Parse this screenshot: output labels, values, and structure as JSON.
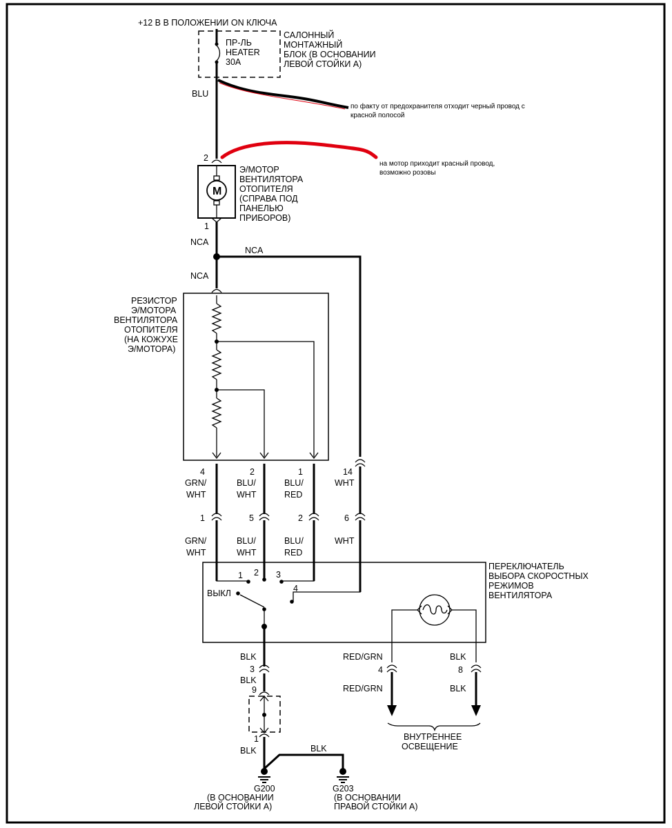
{
  "power": {
    "supply": "+12 В В ПОЛОЖЕНИИ  ON КЛЮЧА",
    "fuse_line1": "ПР-ЛЬ",
    "fuse_line2": "HEATER",
    "fuse_line3": "30A",
    "fuse_box": [
      "САЛОННЫЙ",
      "МОНТАЖНЫЙ",
      "БЛОК (В ОСНОВАНИИ",
      "ЛЕВОЙ СТОЙКИ  А)"
    ],
    "wire": "BLU"
  },
  "notes": {
    "black_wire": [
      "по факту от предохранителя отходит черный провод с",
      "красной полосой"
    ],
    "red_wire": [
      "на мотор приходит красный провод,",
      "возможно розовы"
    ],
    "black_color": "#000000",
    "red_color": "#e0000f"
  },
  "motor": {
    "pin_top": "2",
    "pin_bottom": "1",
    "symbol": "M",
    "label": [
      "Э/МОТОР",
      "ВЕНТИЛЯТОРА",
      "ОТОПИТЕЛЯ",
      "(СПРАВА ПОД",
      "ПАНЕЛЬЮ",
      "ПРИБОРОВ)"
    ],
    "wire_out": "NCA",
    "wire_branch": "NCA",
    "wire_in_resistor": "NCA"
  },
  "resistor": {
    "label": [
      "РЕЗИСТОР",
      "Э/МОТОРА",
      "ВЕНТИЛЯТОРА",
      "ОТОПИТЕЛЯ",
      "(НА КОЖУХЕ",
      "Э/МОТОРА)"
    ]
  },
  "harness": {
    "upper_pins": [
      "4",
      "2",
      "1",
      "14"
    ],
    "upper_wire_l1": [
      "GRN/",
      "BLU/",
      "BLU/",
      "WHT"
    ],
    "upper_wire_l2": [
      "WHT",
      "WHT",
      "RED",
      ""
    ],
    "mid_pins": [
      "1",
      "5",
      "2",
      "6"
    ],
    "lower_wire_l1": [
      "GRN/",
      "BLU/",
      "BLU/",
      "WHT"
    ],
    "lower_wire_l2": [
      "WHT",
      "WHT",
      "RED",
      ""
    ]
  },
  "switch": {
    "label": [
      "ПЕРЕКЛЮЧАТЕЛЬ",
      "ВЫБОРА СКОРОСТНЫХ",
      "РЕЖИМОВ",
      "ВЕНТИЛЯТОРА"
    ],
    "pos": [
      "1",
      "2",
      "3",
      "4"
    ],
    "off": "ВЫКЛ"
  },
  "ground": {
    "wire1": "BLK",
    "pin3": "3",
    "wire2": "BLK",
    "pin9": "9",
    "pin1": "1",
    "wire3": "BLK",
    "wire_g203": "BLK",
    "g200": [
      "G200",
      "(В ОСНОВАНИИ",
      "ЛЕВОЙ СТОЙКИ  А)"
    ],
    "g203": [
      "G203",
      "(В ОСНОВАНИИ",
      "ПРАВОЙ СТОЙКИ  А)"
    ]
  },
  "lighting": {
    "left_wire": "RED/GRN",
    "left_pin": "4",
    "left_wire2": "RED/GRN",
    "right_wire": "BLK",
    "right_pin": "8",
    "right_wire2": "BLK",
    "label": [
      "ВНУТРЕННЕЕ",
      "ОСВЕЩЕНИЕ"
    ]
  }
}
